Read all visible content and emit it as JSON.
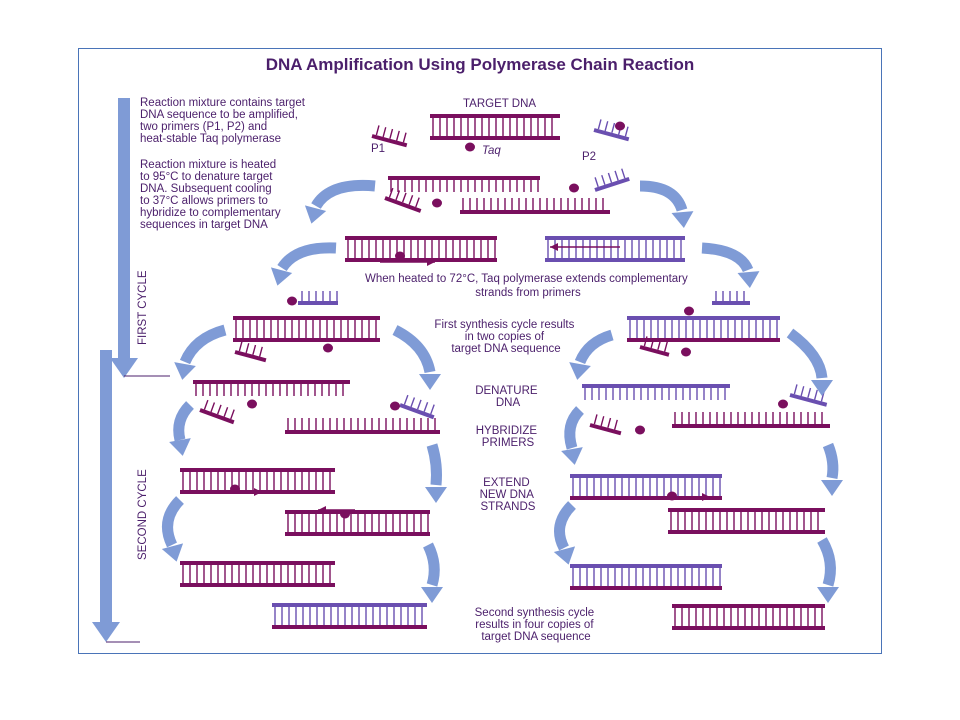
{
  "title": "DNA Amplification Using Polymerase Chain Reaction",
  "steps": {
    "step1": [
      "Reaction mixture contains target",
      "DNA sequence to be amplified,",
      "two primers (P1, P2) and",
      "heat-stable Taq polymerase"
    ],
    "step2": [
      "Reaction mixture is heated",
      "to 95°C to denature target",
      "DNA. Subsequent cooling",
      "to 37°C allows primers to",
      "hybridize to complementary",
      "sequences in target DNA"
    ],
    "step3": [
      "When heated to 72°C, Taq polymerase extends complementary",
      "strands from primers"
    ],
    "step4": [
      "First synthesis cycle results",
      "in two copies of",
      "target DNA sequence"
    ],
    "step5": [
      "Second synthesis cycle",
      "results in four copies of",
      "target DNA sequence"
    ]
  },
  "labels": {
    "target_dna": "TARGET DNA",
    "p1": "P1",
    "p2": "P2",
    "taq": "Taq",
    "denature": [
      "DENATURE",
      "DNA"
    ],
    "hybridize": [
      "HYBRIDIZE",
      "PRIMERS"
    ],
    "extend": [
      "EXTEND",
      "NEW DNA",
      "STRANDS"
    ]
  },
  "cycles": {
    "first": "FIRST CYCLE",
    "second": "SECOND CYCLE"
  },
  "colors": {
    "magenta": "#7a0f5e",
    "purple": "#6a4fb0",
    "arrow": "#7f9bd6",
    "text": "#4b1f6b",
    "border": "#4a74b8"
  }
}
